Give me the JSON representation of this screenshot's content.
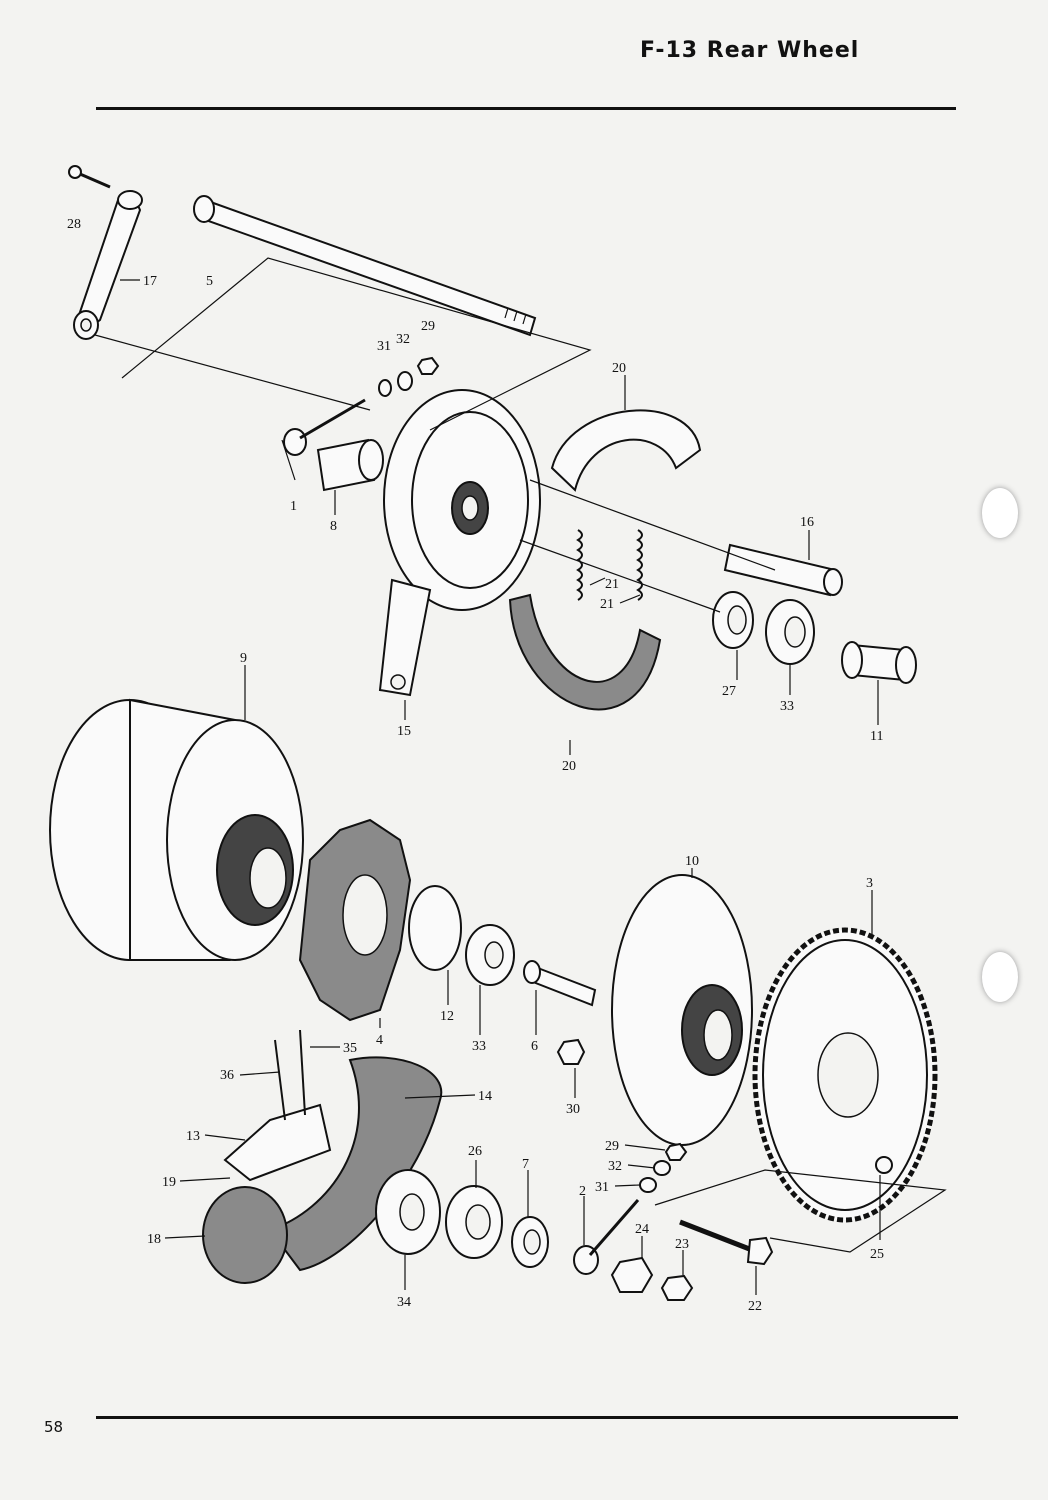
{
  "header": {
    "title": "F-13   Rear Wheel"
  },
  "footer": {
    "page_number": "58"
  },
  "callouts": {
    "c1": "1",
    "c2": "2",
    "c3": "3",
    "c4": "4",
    "c5": "5",
    "c6": "6",
    "c7": "7",
    "c8": "8",
    "c9": "9",
    "c10": "10",
    "c11": "11",
    "c12": "12",
    "c13": "13",
    "c14": "14",
    "c15": "15",
    "c16": "16",
    "c17": "17",
    "c18": "18",
    "c19": "19",
    "c20a": "20",
    "c20b": "20",
    "c21a": "21",
    "c21b": "21",
    "c22": "22",
    "c23": "23",
    "c24": "24",
    "c25": "25",
    "c26": "26",
    "c27": "27",
    "c28": "28",
    "c29a": "29",
    "c29b": "29",
    "c30": "30",
    "c31a": "31",
    "c31b": "31",
    "c32a": "32",
    "c32b": "32",
    "c33a": "33",
    "c33b": "33",
    "c34": "34",
    "c35": "35",
    "c36": "36"
  }
}
